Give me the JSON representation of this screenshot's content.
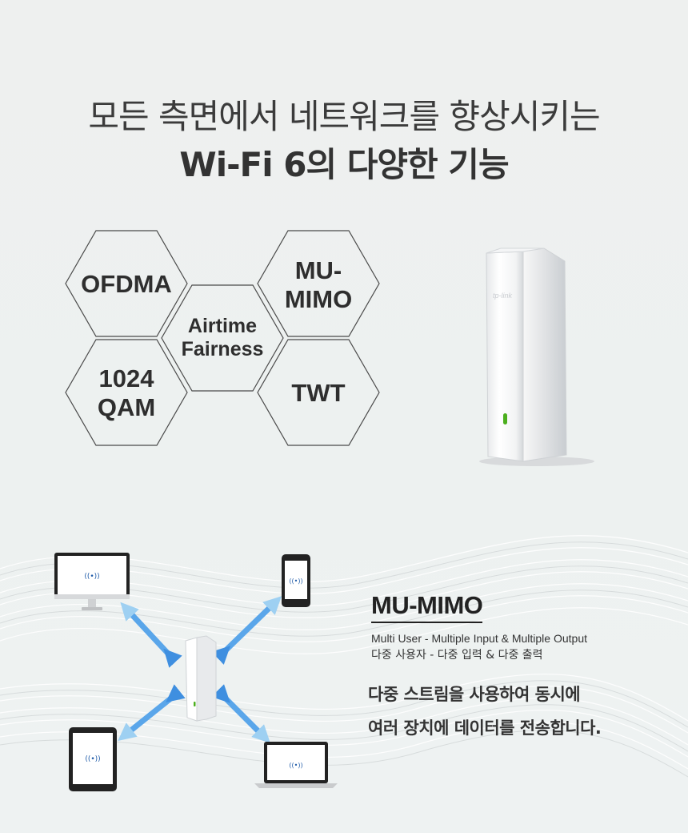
{
  "heading": {
    "line1": "모든 측면에서 네트워크를 향상시키는",
    "line2": "Wi-Fi 6의 다양한 기능"
  },
  "hex_features": [
    {
      "label_line1": "OFDMA",
      "label_line2": ""
    },
    {
      "label_line1": "MU-",
      "label_line2": "MIMO"
    },
    {
      "label_line1": "Airtime",
      "label_line2": "Fairness"
    },
    {
      "label_line1": "1024",
      "label_line2": "QAM"
    },
    {
      "label_line1": "TWT",
      "label_line2": ""
    }
  ],
  "product": {
    "logo_text": "tp-link",
    "icon": "access-point-icon"
  },
  "mu_mimo": {
    "title": "MU-MIMO",
    "subtitle_en": "Multi User - Multiple Input & Multiple Output",
    "subtitle_ko": "다중 사용자 - 다중 입력 & 다중 출력",
    "desc_line1": "다중 스트림을 사용하여 동시에",
    "desc_line2": "여러 장치에 데이터를 전송합니다."
  },
  "diagram": {
    "devices": [
      "monitor-icon",
      "smartphone-icon",
      "tablet-icon",
      "laptop-icon"
    ],
    "signal_glyph": "((•))",
    "arrow_color": "#3f8fe0",
    "arrow_color_light": "#a8d6f5"
  }
}
